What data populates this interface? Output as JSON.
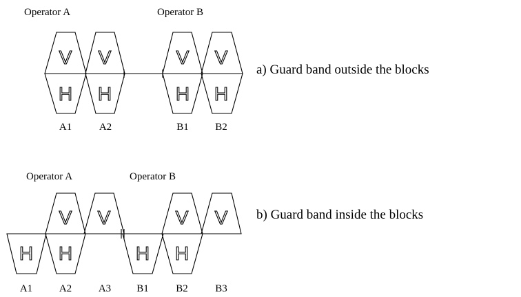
{
  "diagram_a": {
    "operator_left": "Operator  A",
    "operator_right": "Operator B",
    "caption": "a) Guard band outside the blocks",
    "blocks": [
      {
        "label": "A1",
        "top": "V",
        "bottom": "H"
      },
      {
        "label": "A2",
        "top": "V",
        "bottom": "H"
      },
      {
        "label": "B1",
        "top": "V",
        "bottom": "H"
      },
      {
        "label": "B2",
        "top": "V",
        "bottom": "H"
      }
    ]
  },
  "diagram_b": {
    "operator_left": "Operator  A",
    "operator_right": "Operator B",
    "caption": "b) Guard band inside the blocks",
    "blocks": [
      {
        "label": "A1",
        "top": "",
        "bottom": "H"
      },
      {
        "label": "A2",
        "top": "V",
        "bottom": "H"
      },
      {
        "label": "A3",
        "top": "V",
        "bottom": ""
      },
      {
        "label": "B1",
        "top": "",
        "bottom": "H"
      },
      {
        "label": "B2",
        "top": "V",
        "bottom": "H"
      },
      {
        "label": "B3",
        "top": "V",
        "bottom": ""
      }
    ]
  }
}
